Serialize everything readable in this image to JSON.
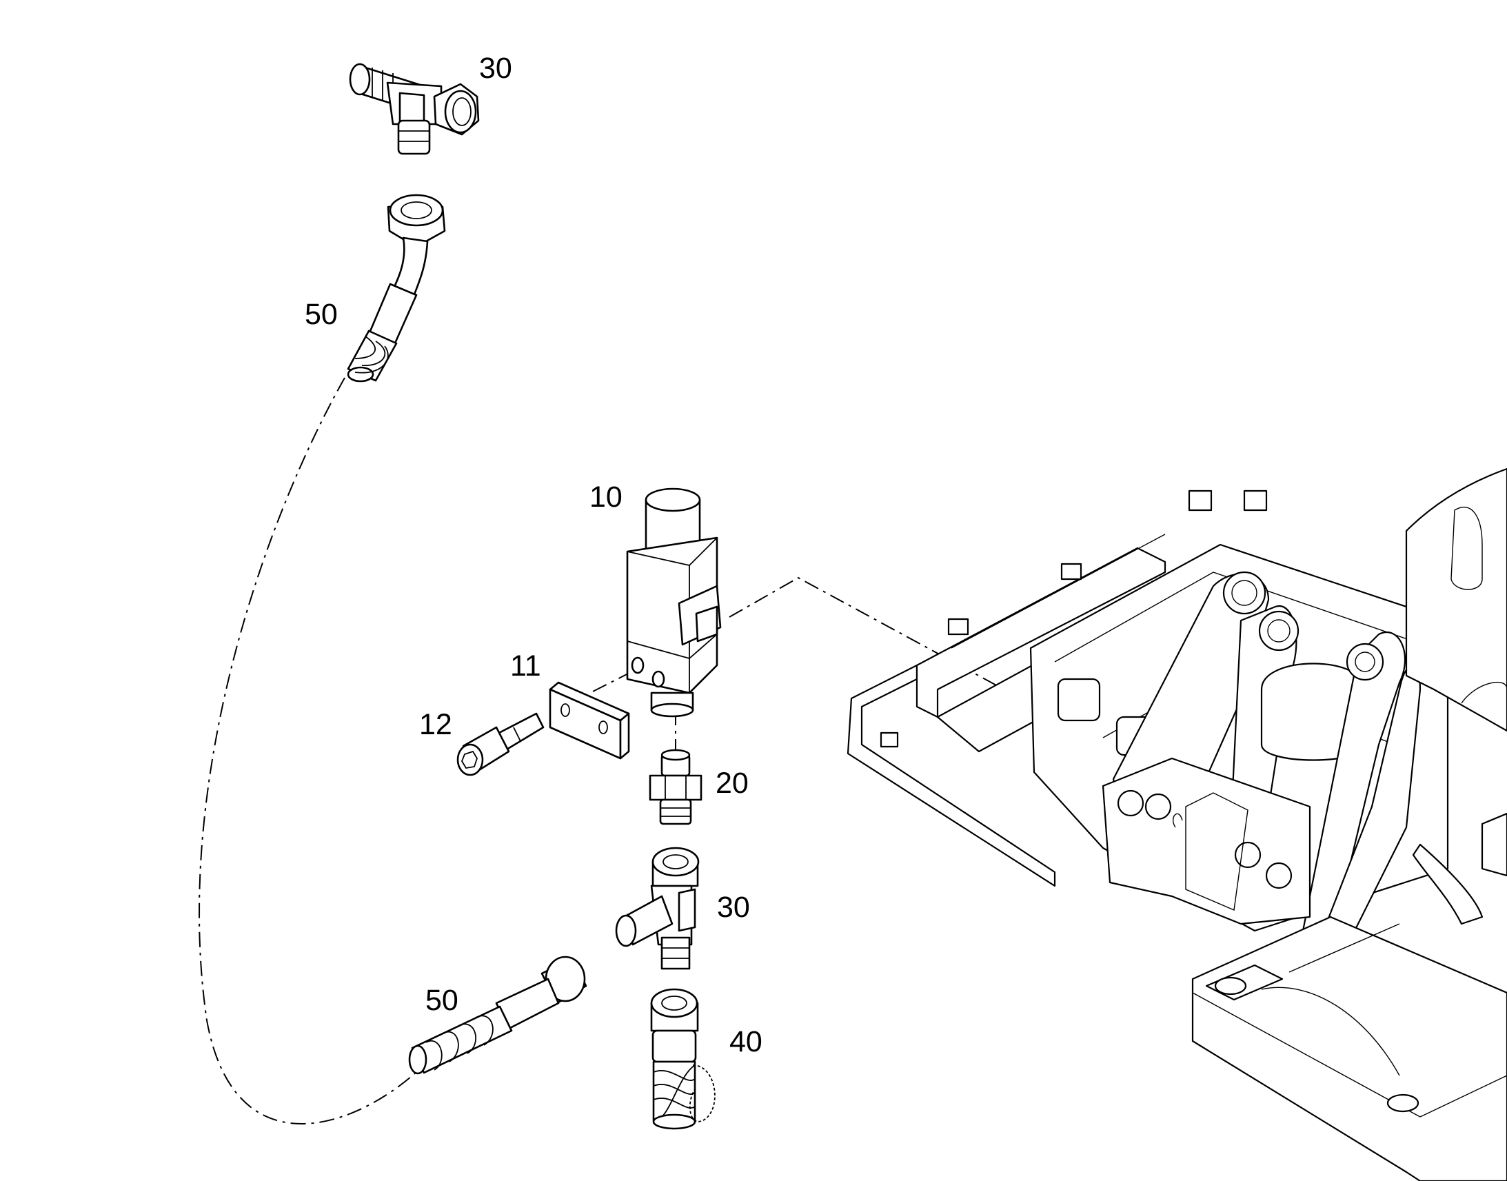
{
  "callouts": {
    "tee_top": "30",
    "hose_top": "50",
    "switch": "10",
    "plate": "11",
    "screw": "12",
    "adapter": "20",
    "tee_mid": "30",
    "hose_bottom": "50",
    "hose_end": "40"
  },
  "colors": {
    "line": "#000000",
    "background": "#ffffff"
  }
}
